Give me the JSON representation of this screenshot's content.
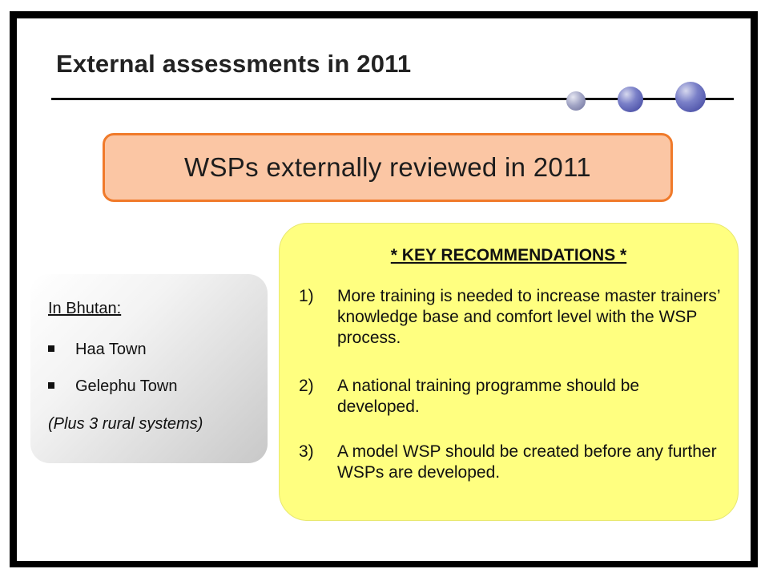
{
  "slide": {
    "title": "External assessments in 2011",
    "banner": "WSPs externally reviewed in 2011"
  },
  "bhutan": {
    "heading": "In Bhutan:",
    "items": [
      "Haa Town",
      "Gelephu Town"
    ],
    "note": "(Plus 3 rural systems)"
  },
  "recommendations": {
    "heading": "* KEY RECOMMENDATIONS *",
    "items": [
      {
        "num": "1)",
        "text": "More training is needed to increase master trainers’ knowledge base and comfort level with the WSP process."
      },
      {
        "num": "2)",
        "text": "A national training programme should be developed."
      },
      {
        "num": "3)",
        "text": "A model WSP should be created before any further WSPs are developed."
      }
    ]
  },
  "colors": {
    "banner_fill": "#fbc6a4",
    "banner_border": "#f07a2a",
    "recommendations_fill": "#ffff80"
  }
}
